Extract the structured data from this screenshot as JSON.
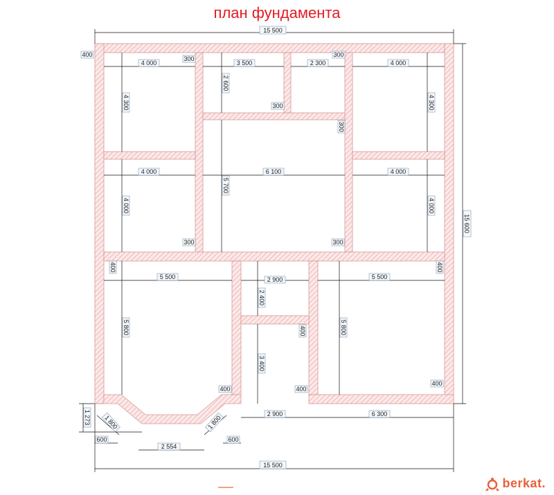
{
  "title": "план фундамента",
  "logo_text": "berkat.",
  "colors": {
    "title": "#e31b23",
    "wall_stroke": "#e2a7a7",
    "hatch": "#e9a3a3",
    "dim_line": "#111111",
    "logo": "#e9603c"
  },
  "dimensions": {
    "overall_width_top": "15 500",
    "overall_width_bottom": "15 500",
    "overall_height": "15 600",
    "wall_400_top_left": "400",
    "room_a_width": "4 000",
    "room_a_height": "4 300",
    "wall_300_a": "300",
    "room_b_width": "3 500",
    "room_b_height": "2 600",
    "wall_300_b": "300",
    "room_c_width": "2 300",
    "wall_300_c": "300",
    "room_d_width": "4 000",
    "room_d_height": "4 300",
    "wall_300_d": "300",
    "room_e_width": "4 000",
    "room_e_height": "4 000",
    "wall_300_e": "300",
    "hall_width": "6 100",
    "hall_height": "5 700",
    "wall_300_f": "300",
    "room_f_width": "4 000",
    "room_f_height": "4 000",
    "wall_400_left": "400",
    "wall_400_right": "400",
    "room_g_width": "5 500",
    "room_g_height": "5 800",
    "wall_400_g": "400",
    "hallway_width": "2 900",
    "hallway_height": "2 400",
    "wall_400_h": "400",
    "corridor_height": "3 400",
    "wall_400_i": "400",
    "room_j_width": "5 500",
    "room_j_height": "5 800",
    "wall_400_j": "400",
    "bay_offset": "1 273",
    "bay_diag_left": "1 800",
    "bay_diag_right": "1 800",
    "bay_width": "2 554",
    "bay_600_left": "600",
    "bay_600_right": "600",
    "bottom_2900": "2 900",
    "bottom_6300": "6 300"
  }
}
